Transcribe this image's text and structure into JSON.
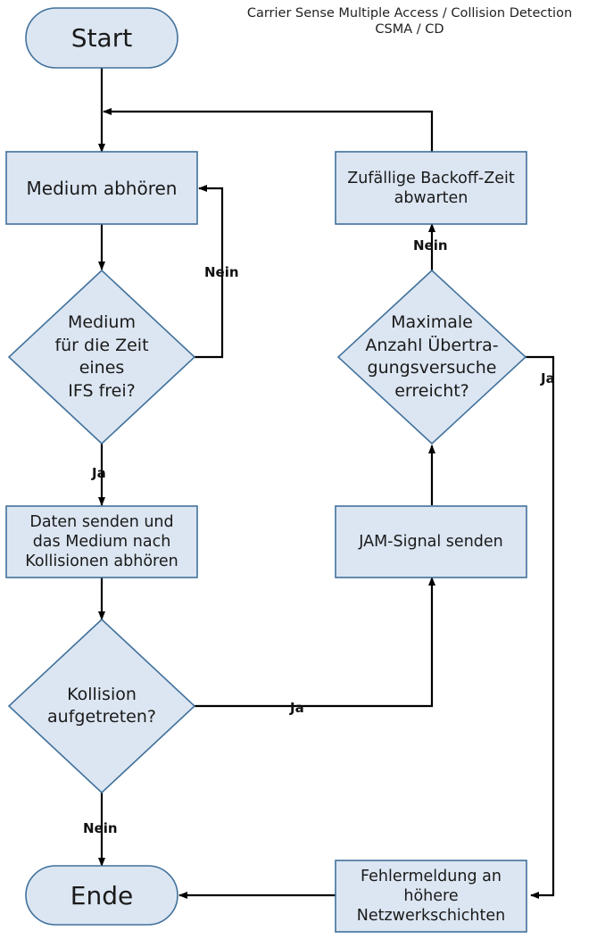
{
  "header": {
    "line1": "Carrier Sense Multiple Access / Collision Detection",
    "line2": "CSMA / CD"
  },
  "nodes": {
    "start": "Start",
    "listen": "Medium abhören",
    "check_free": "Medium\nfür die Zeit\neines\nIFS frei?",
    "send": "Daten senden und\ndas Medium nach\nKollisionen abhören",
    "collision": "Kollision\naufgetreten?",
    "end": "Ende",
    "backoff": "Zufällige Backoff-Zeit\nabwarten",
    "max_attempts": "Maximale\nAnzahl Übertra-\ngungsversuche\nerreicht?",
    "jam": "JAM-Signal senden",
    "error": "Fehlermeldung an\nhöhere\nNetzwerkschichten"
  },
  "labels": {
    "nein_free": "Nein",
    "ja_free": "Ja",
    "ja_collision": "Ja",
    "nein_collision": "Nein",
    "nein_max": "Nein",
    "ja_max": "Ja"
  },
  "colors": {
    "fill": "#dce6f2",
    "stroke": "#41719c",
    "line": "#000000"
  }
}
